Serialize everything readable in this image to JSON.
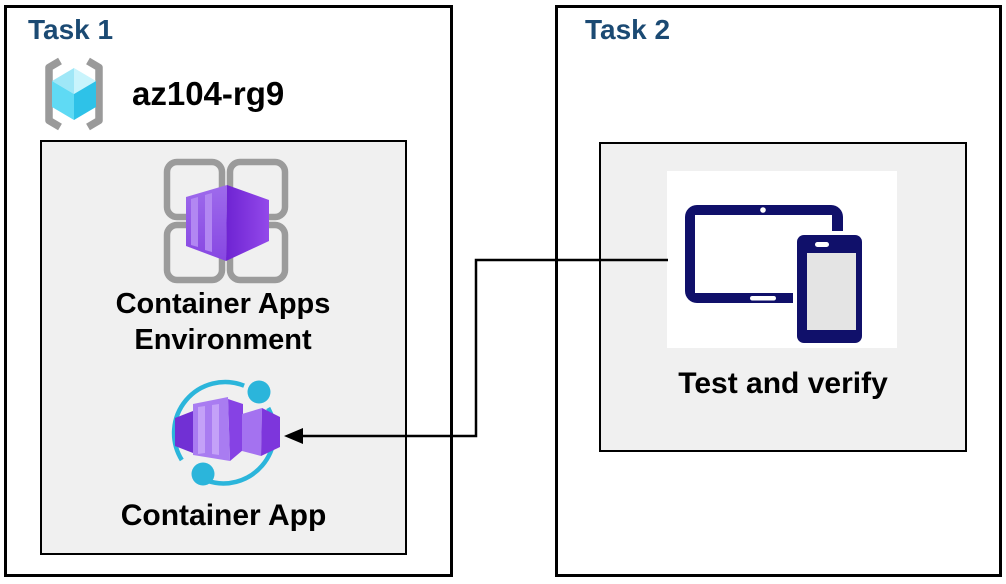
{
  "colors": {
    "heading": "#1B4A73",
    "text": "#000000",
    "border": "#000000",
    "innerbg": "#F0F0F0",
    "navy": "#10106A",
    "cyan": "#2BB5DB",
    "bracket": "#9A9A9A"
  },
  "task1": {
    "title": "Task 1",
    "resource_group": {
      "name": "az104-rg9",
      "icon": "azure-resource-group-icon"
    },
    "environment": {
      "label": "Container Apps Environment",
      "icon": "container-apps-environment-icon"
    },
    "container_app": {
      "label": "Container App",
      "icon": "container-app-icon"
    }
  },
  "task2": {
    "title": "Task 2",
    "test_step": {
      "label": "Test and verify",
      "icon": "devices-icon"
    }
  },
  "connector": {
    "from": "test-and-verify",
    "to": "container-app",
    "style": "elbow-arrow",
    "color": "#000000"
  }
}
